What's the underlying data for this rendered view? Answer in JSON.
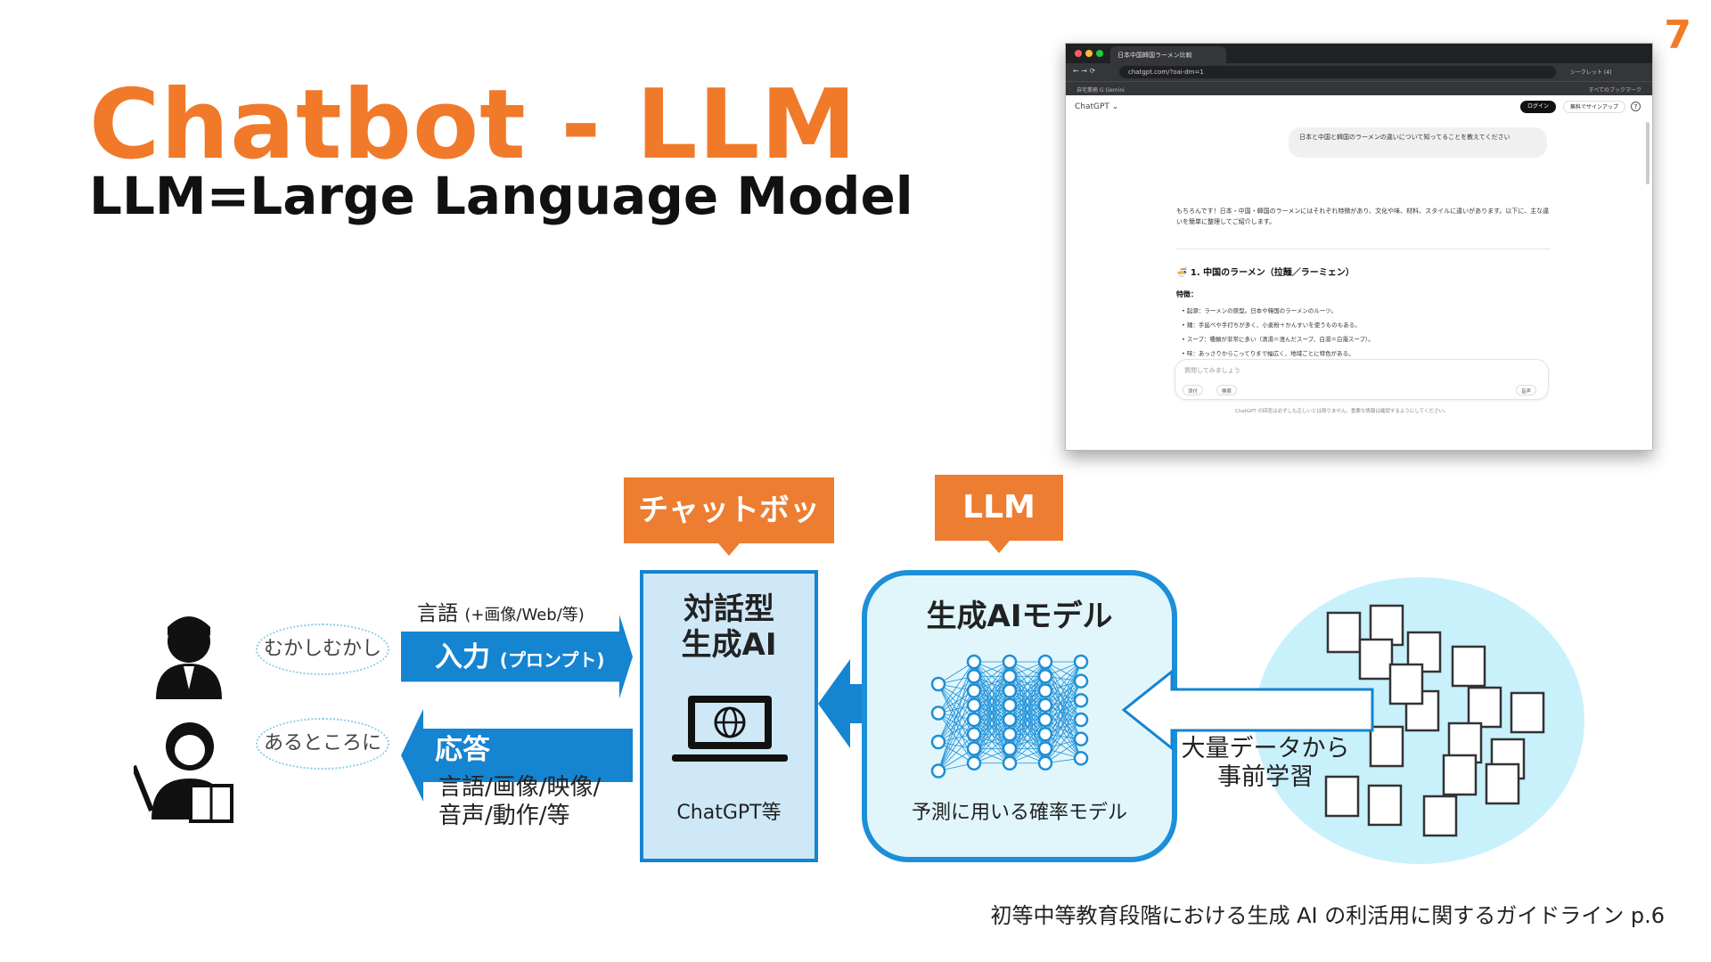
{
  "page_number": "7",
  "title": "Chatbot - LLM",
  "subtitle": "LLM=Large Language Model",
  "screenshot": {
    "tab_title": "日本中国韓国ラーメン比較",
    "url": "chatgpt.com/?oai-dm=1",
    "incognito": "シークレット (4)",
    "bookmarks_left": "自宅業務 G   Gemini",
    "bookmarks_right": "すべてのブックマーク",
    "app_name": "ChatGPT ⌄",
    "login": "ログイン",
    "signup": "無料でサインアップ",
    "help": "?",
    "user_message": "日本と中国と韓国のラーメンの違いについて知ってることを教えてください",
    "answer_intro": "もちろんです！日本・中国・韓国のラーメンにはそれぞれ特徴があり、文化や味、材料、スタイルに違いがあります。以下に、主な違いを簡単に整理してご紹介します。",
    "section_heading": "🍜 1. 中国のラーメン（拉麺／ラーミェン）",
    "features_label": "特徴：",
    "features": [
      "起源：ラーメンの原型。日本や韓国のラーメンのルーツ。",
      "麺：手延べや手打ちが多く、小麦粉＋かんすいを使うものもある。",
      "スープ：種類が非常に多い（清湯＝澄んだスープ、白湯＝白濁スープ）。",
      "味：あっさりからこってりまで幅広く、地域ごとに特色がある。"
    ],
    "input_placeholder": "質問してみましょう",
    "attach": "添付",
    "search": "検索",
    "voice": "音声",
    "footnote": "ChatGPT の回答は必ずしも正しいとは限りません。重要な情報は確認するようにしてください。"
  },
  "diagram": {
    "chatbot_label": "チャットボット",
    "llm_label": "LLM",
    "chat_box_title_line1": "対話型",
    "chat_box_title_line2": "生成AI",
    "chat_box_example": "ChatGPT等",
    "model_title": "生成AIモデル",
    "model_caption": "予測に用いる確率モデル",
    "data_caption_line1": "大量データから",
    "data_caption_line2": "事前学習",
    "input_bubble": "むかしむかし",
    "response_bubble": "あるところに",
    "input_label": "言語",
    "input_label_sub": "(+画像/Web/等)",
    "input_arrow_main": "入力",
    "input_arrow_sub": "(プロンプト)",
    "response_arrow": "応答",
    "response_label_line1": "言語/画像/映像/",
    "response_label_line2": "音声/動作/等"
  },
  "citation": "初等中等教育段階における生成 AI の利活用に関するガイドライン p.6",
  "colors": {
    "accent_orange": "#ED7D31",
    "title_orange": "#F07A2A",
    "blue": "#1584D1",
    "light_blue_box": "#CFE8F8",
    "cyan_data": "#C8F1FB"
  }
}
